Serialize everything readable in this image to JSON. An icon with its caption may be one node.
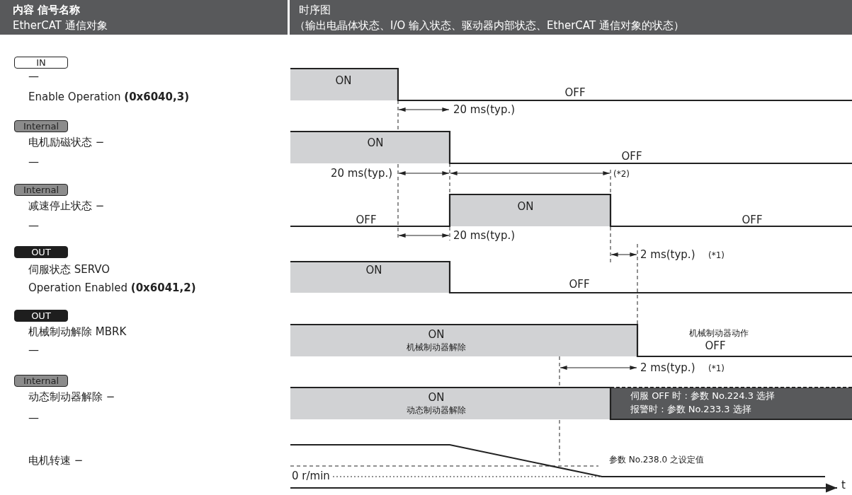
{
  "diagram": {
    "labels": [
      "内容 信号名称",
      "EtherCAT 通信对象",
      "时序图",
      "（输出电晶体状态、I/O 输入状态、驱动器内部状态、EtherCAT 通信对象的状态）",
      "IN",
      "—",
      "Enable Operation **(0x6040,3)**",
      "Internal",
      "电机励磁状态 −",
      "—",
      "Internal",
      "减速停止状态 −",
      "—",
      "OUT",
      "伺服状态 SERVO",
      "Operation Enabled **(0x6041,2)**",
      "OUT",
      "机械制动解除 MBRK",
      "—",
      "Internal",
      "动态制动器解除 −",
      "—",
      "电机转速 −",
      "ON",
      "OFF",
      "20 ms(typ.)",
      "ON",
      "OFF",
      "20 ms(typ.)",
      "(*2)",
      "OFF",
      "ON",
      "OFF",
      "20 ms(typ.)",
      "2 ms(typ.)",
      "(*1)",
      "ON",
      "OFF",
      "ON",
      "机械制动器解除",
      "机械制动器动作",
      "OFF",
      "2 ms(typ.)",
      "(*1)",
      "ON",
      "动态制动器解除",
      "伺服 OFF 时 : 参数 No.224.3 选择",
      "报警时 : 参数 No.233.3 选择",
      "参数 No.238.0 之设定值",
      "0 r/min",
      "t"
    ]
  }
}
